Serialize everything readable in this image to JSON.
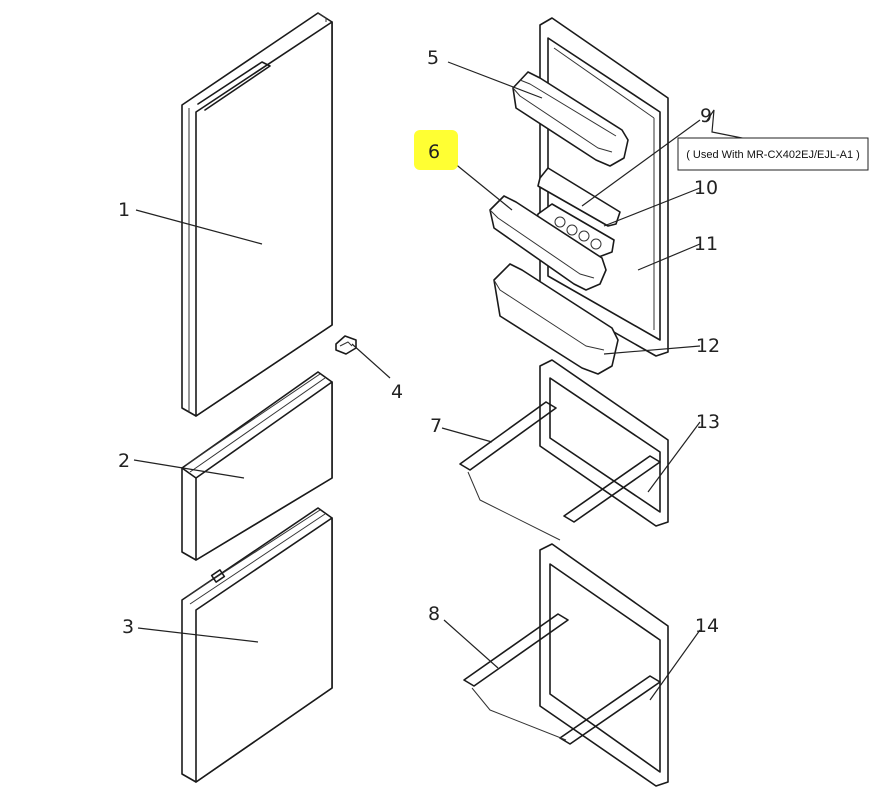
{
  "diagram": {
    "highlight_color": "#ffff33",
    "callouts": [
      {
        "id": "1",
        "label": "1"
      },
      {
        "id": "2",
        "label": "2"
      },
      {
        "id": "3",
        "label": "3"
      },
      {
        "id": "4",
        "label": "4"
      },
      {
        "id": "5",
        "label": "5"
      },
      {
        "id": "6",
        "label": "6",
        "highlighted": true
      },
      {
        "id": "7",
        "label": "7"
      },
      {
        "id": "8",
        "label": "8"
      },
      {
        "id": "9",
        "label": "9"
      },
      {
        "id": "10",
        "label": "10"
      },
      {
        "id": "11",
        "label": "11"
      },
      {
        "id": "12",
        "label": "12"
      },
      {
        "id": "13",
        "label": "13"
      },
      {
        "id": "14",
        "label": "14"
      }
    ],
    "note": "( Used With MR-CX402EJ/EJL-A1 )"
  }
}
